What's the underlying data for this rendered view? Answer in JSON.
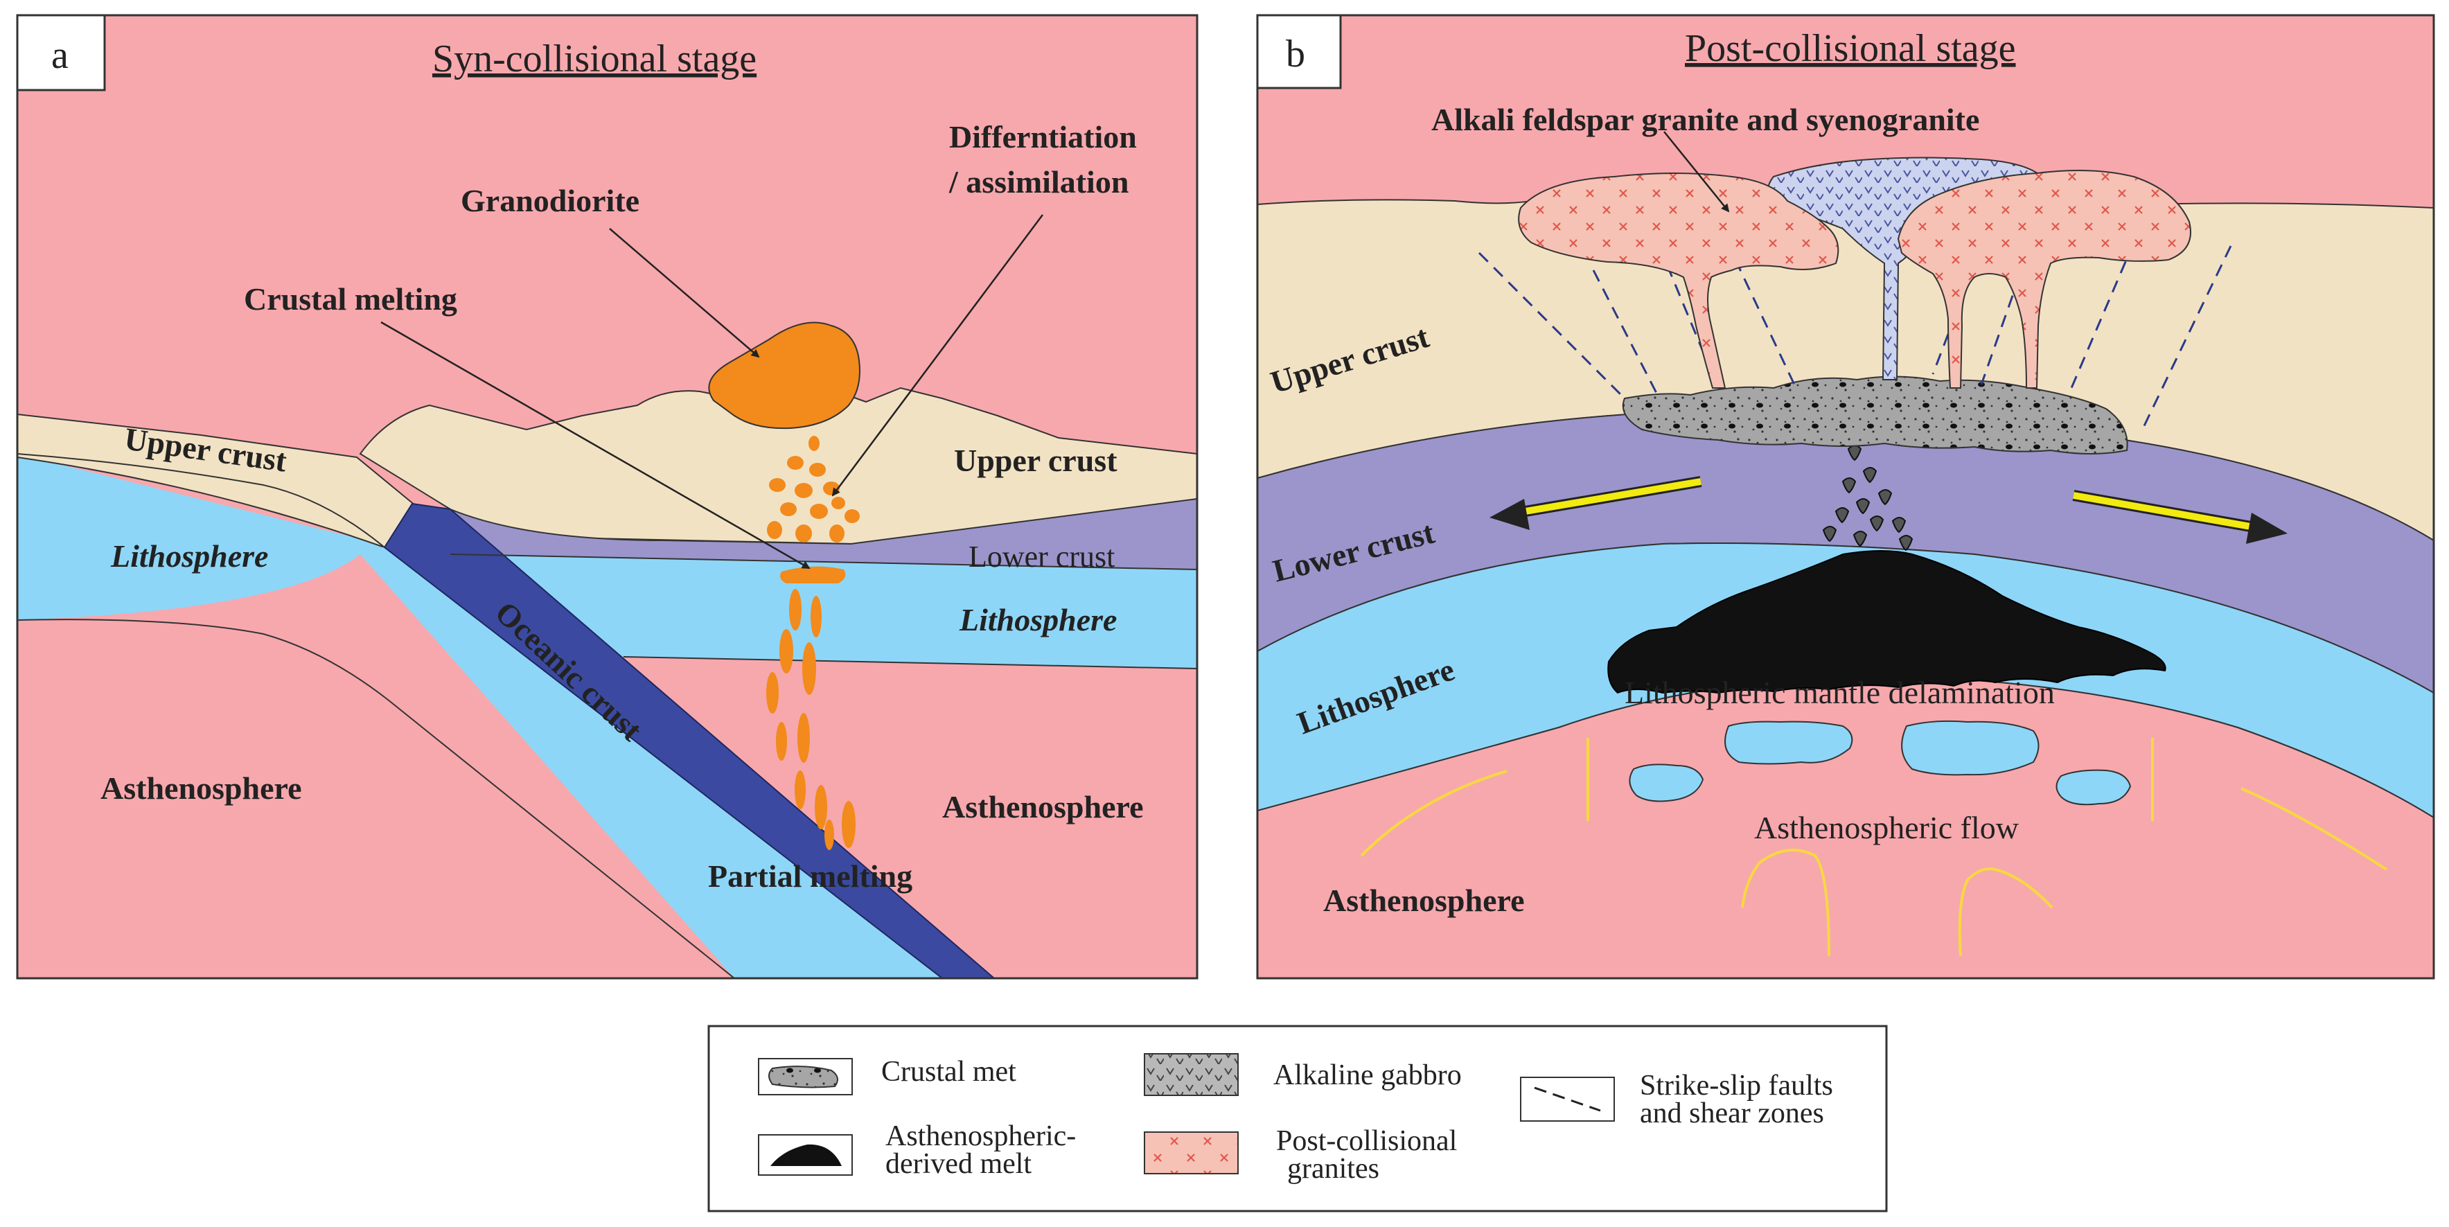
{
  "panels": {
    "a": {
      "letter": "a",
      "title": "Syn-collisional stage",
      "labels": {
        "granodiorite": "Granodiorite",
        "differentiation_1": "Differntiation",
        "differentiation_2": "/ assimilation",
        "crustal_melting": "Crustal melting",
        "upper_crust_left": "Upper crust",
        "upper_crust_right": "Upper crust",
        "lithosphere_left": "Lithosphere",
        "lower_crust": "Lower crust",
        "lithosphere_right": "Lithosphere",
        "oceanic_crust": "Oceanic crust",
        "asthenosphere_left": "Asthenosphere",
        "asthenosphere_right": "Asthenosphere",
        "partial_melting": "Partial melting"
      }
    },
    "b": {
      "letter": "b",
      "title": "Post-collisional stage",
      "labels": {
        "alkali_granite": "Alkali feldspar granite and syenogranite",
        "upper_crust": "Upper crust",
        "lower_crust": "Lower crust",
        "lithosphere": "Lithosphere",
        "delamination": "Lithospheric mantle delamination",
        "asthenospheric_flow": "Asthenospheric flow",
        "asthenosphere": "Asthenosphere"
      }
    }
  },
  "legend": {
    "crustal_melt": "Crustal met",
    "asthenospheric_melt_1": "Asthenospheric-",
    "asthenospheric_melt_2": "derived melt",
    "alkaline_gabbro": "Alkaline gabbro",
    "post_collisional_1": "Post-collisional",
    "post_collisional_2": "granites",
    "faults_1": "Strike-slip faults",
    "faults_2": "and shear zones"
  },
  "colors": {
    "upper_crust": "#f2e2c4",
    "lower_crust": "#9b95cc",
    "lithosphere": "#8ed6f7",
    "asthenosphere": "#f7a8ad",
    "oceanic_crust": "#3b4aa0",
    "melt_orange": "#f28a1c",
    "granite_pink": "#f5c2b5",
    "gabbro_blue": "#ccd3ee",
    "crustal_melt_grey": "#9a9a9a",
    "arrow_yellow": "#f2ea10",
    "flow_yellow": "#f7d840"
  }
}
